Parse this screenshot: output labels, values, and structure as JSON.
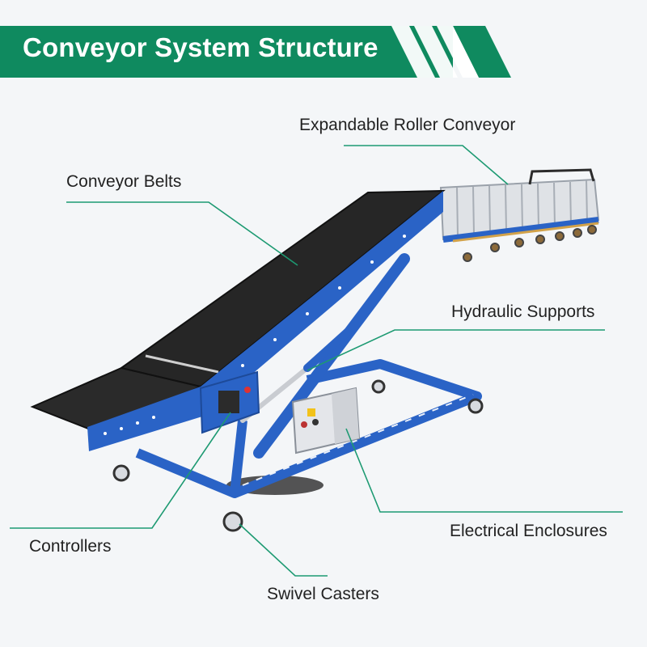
{
  "title": "Conveyor System Structure",
  "labels": {
    "expandable_roller_conveyor": "Expandable Roller Conveyor",
    "conveyor_belts": "Conveyor Belts",
    "hydraulic_supports": "Hydraulic Supports",
    "electrical_enclosures": "Electrical Enclosures",
    "controllers": "Controllers",
    "swivel_casters": "Swivel Casters"
  },
  "colors": {
    "banner_green": "#0f8a5f",
    "leader_line_green": "#1d9a72",
    "frame_blue": "#2a63c6",
    "belt_black": "#262626",
    "roller_silver": "#c7ccd3",
    "enclosure_grey": "#e4e6ea"
  }
}
